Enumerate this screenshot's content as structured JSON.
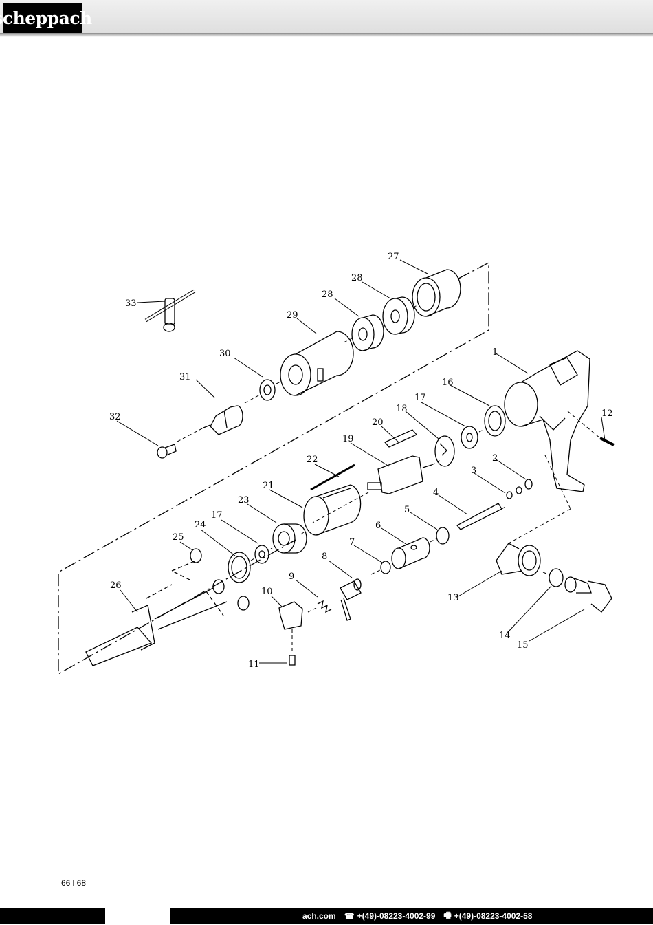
{
  "brand": {
    "logo_text": "scheppach"
  },
  "page": {
    "number": "66 l 68"
  },
  "footer": {
    "website": "ach.com",
    "phone_icon": "phone-icon",
    "phone": "+(49)-08223-4002-99",
    "fax_icon": "fax-icon",
    "fax": "+(49)-08223-4002-58"
  },
  "diagram": {
    "part_labels": [
      "1",
      "2",
      "3",
      "4",
      "5",
      "6",
      "7",
      "8",
      "9",
      "10",
      "11",
      "12",
      "13",
      "14",
      "15",
      "16",
      "17",
      "17",
      "18",
      "19",
      "20",
      "21",
      "22",
      "23",
      "24",
      "25",
      "26",
      "27",
      "28",
      "28",
      "29",
      "30",
      "31",
      "32",
      "33"
    ]
  }
}
